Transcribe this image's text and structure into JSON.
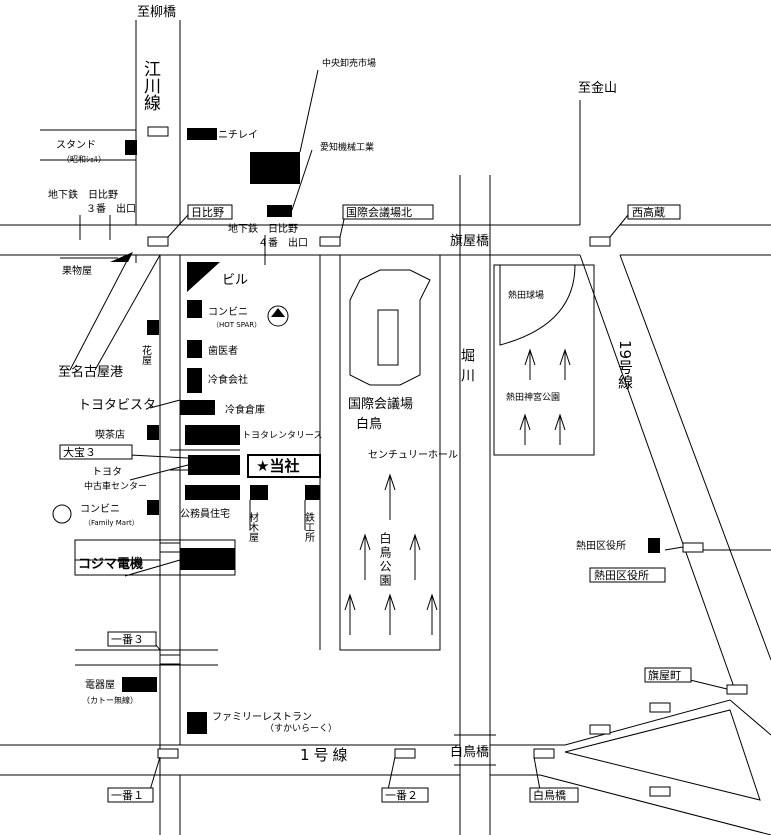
{
  "roads": {
    "edagawa": "江川線",
    "to_yanagibashi": "至柳橋",
    "to_kanayama": "至金山",
    "to_meinagoya": "至名古屋港",
    "route19": "19号線",
    "route1": "1号線",
    "hatayabashi": "旗屋橋",
    "shiratoribashi_road": "白鳥橋",
    "horikawa": "堀川"
  },
  "landmarks": {
    "central_market": "中央卸売市場",
    "nichirei": "ニチレイ",
    "aichi_kikai": "愛知機械工業",
    "stand": "スタンド",
    "stand_sub": "（昭和ｼｪﾙ）",
    "subway3": "地下鉄　日比野",
    "subway3_exit": "３番　出口",
    "subway4": "地下鉄　日比野",
    "subway4_exit": "４番　出口",
    "fruit_shop": "果物屋",
    "building": "ビル",
    "conbini1": "コンビニ",
    "conbini1_sub": "（HOT SPAR）",
    "flower": "花屋",
    "doctor": "歯医者",
    "reishoku": "冷食会社",
    "reishoku_soko": "冷食倉庫",
    "toyota_vista": "トヨタビスタ",
    "toyota_rental": "トヨタレンタリース",
    "kissaten": "喫茶店",
    "toyota_used": "トヨタ",
    "toyota_used_sub": "中古車センター",
    "our_company": "★当社",
    "conbini2": "コンビニ",
    "conbini2_sub": "（Family Mart）",
    "koumuin": "公務員住宅",
    "zaimokuya": "材木屋",
    "tekkousho": "鉄工所",
    "kojima": "コジマ電機",
    "denki": "電器屋",
    "denki_sub": "（カトー無線）",
    "family_restaurant": "ファミリーレストラン",
    "family_restaurant_sub": "（すかいらーく）",
    "kokusai_kaigijo": "国際会議場",
    "shiratori_label": "白鳥",
    "century_hall": "センチュリーホール",
    "shiratori_park": "白鳥公園",
    "atsuta_stadium": "熱田球場",
    "atsuta_jingu_park": "熱田神宮公園",
    "atsuta_ward_office": "熱田区役所"
  },
  "signals": {
    "hibino": "日比野",
    "kokusai_kaigijo_kita": "国際会議場北",
    "nishitakakura": "西高蔵",
    "otakara3": "大宝３",
    "ichiban3": "一番３",
    "atsuta_kuyakusho": "熱田区役所",
    "hataya_cho": "旗屋町",
    "ichiban1": "一番１",
    "ichiban2": "一番２",
    "shiratoribashi": "白鳥橋"
  }
}
